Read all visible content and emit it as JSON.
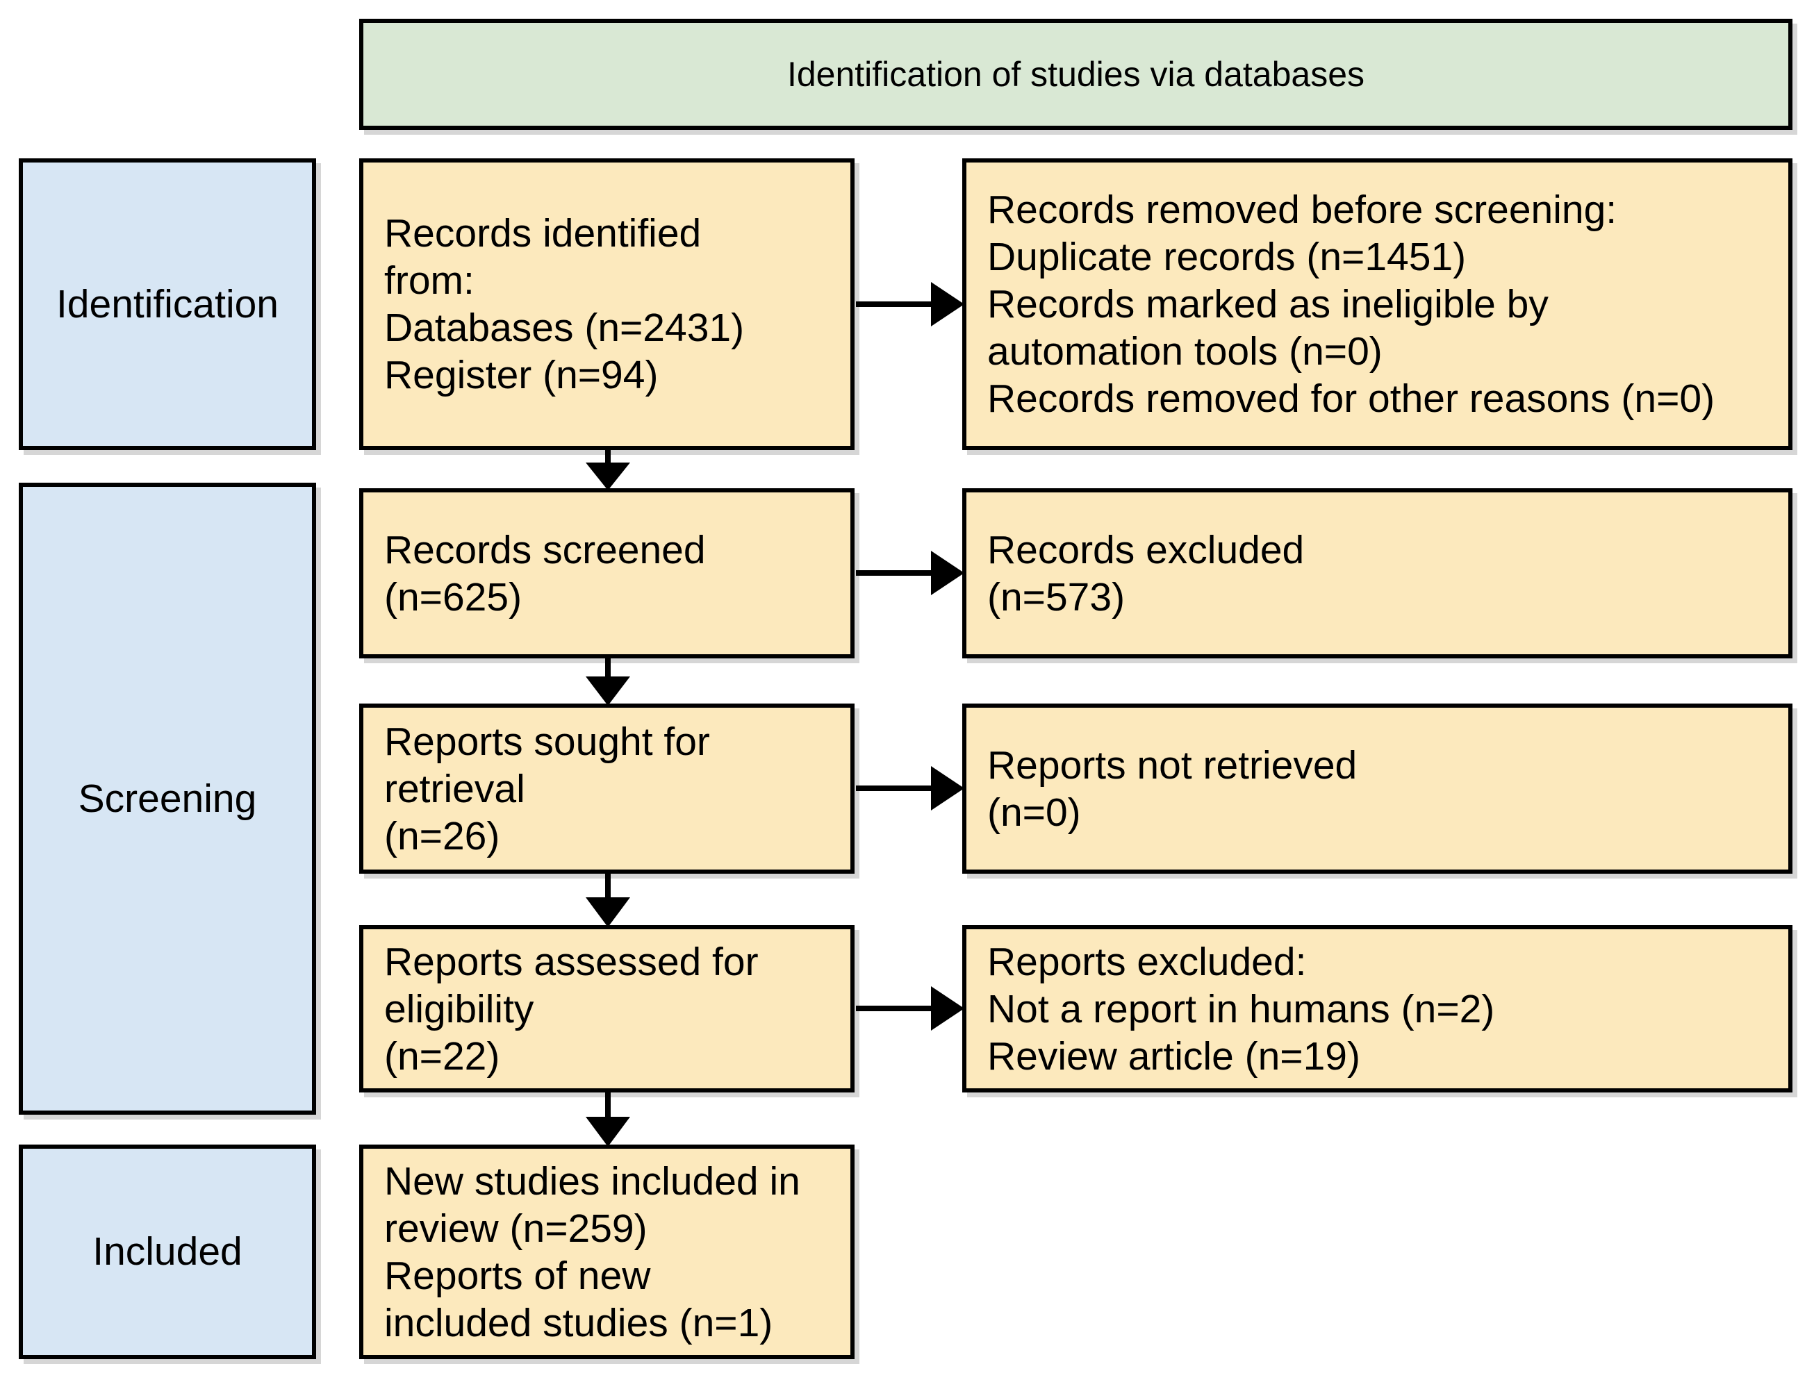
{
  "header": {
    "title": "Identification of studies via databases"
  },
  "stages": [
    {
      "label": "Identification"
    },
    {
      "label": "Screening"
    },
    {
      "label": "Included"
    }
  ],
  "boxes": {
    "identified": "Records identified\nfrom:\nDatabases (n=2431)\nRegister (n=94)",
    "removed": "Records removed before screening:\nDuplicate records (n=1451)\nRecords marked as ineligible by\nautomation tools (n=0)\nRecords removed for other reasons (n=0)",
    "screened": "Records screened\n(n=625)",
    "excluded": "Records excluded\n(n=573)",
    "sought": "Reports sought for\nretrieval\n(n=26)",
    "not_retrieved": "Reports not retrieved\n(n=0)",
    "assessed": "Reports assessed for\neligibility\n(n=22)",
    "reports_excluded": "Reports excluded:\nNot a report in humans (n=2)\nReview article (n=19)",
    "included_studies": "New studies included in\nreview (n=259)\nReports of new\nincluded studies (n=1)"
  },
  "colors": {
    "header_fill": "#d9e8d4",
    "stage_fill": "#d7e6f4",
    "process_fill": "#fce9bd",
    "border": "#000000"
  }
}
